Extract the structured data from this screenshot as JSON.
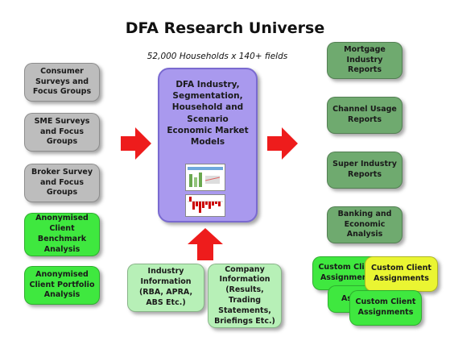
{
  "title": "DFA Research Universe",
  "subtitle": "52,000 Households x 140+ fields",
  "sources": [
    {
      "label": "Consumer Surveys and Focus Groups"
    },
    {
      "label": "SME Surveys and Focus Groups"
    },
    {
      "label": "Broker Survey and Focus Groups"
    },
    {
      "label": "Anonymised Client Benchmark Analysis"
    },
    {
      "label": "Anonymised Client Portfolio Analysis"
    }
  ],
  "center": {
    "label": "DFA Industry, Segmentation, Household and Scenario Economic Market Models"
  },
  "bottom_inputs": [
    {
      "label": "Industry Information (RBA, APRA, ABS Etc.)"
    },
    {
      "label": "Company Information (Results, Trading Statements, Briefings Etc.)"
    }
  ],
  "outputs": [
    {
      "label": "Mortgage Industry Reports"
    },
    {
      "label": "Channel Usage Reports"
    },
    {
      "label": "Super Industry Reports"
    },
    {
      "label": "Banking and Economic Analysis"
    }
  ],
  "custom": {
    "back1": "Custom Clie… Assignmen…",
    "back2": "As…",
    "yellow": "Custom Client Assignments",
    "front": "Custom Client Assignments"
  },
  "colors": {
    "arrow": "#ee1c1c",
    "purple": "#a999ee"
  }
}
